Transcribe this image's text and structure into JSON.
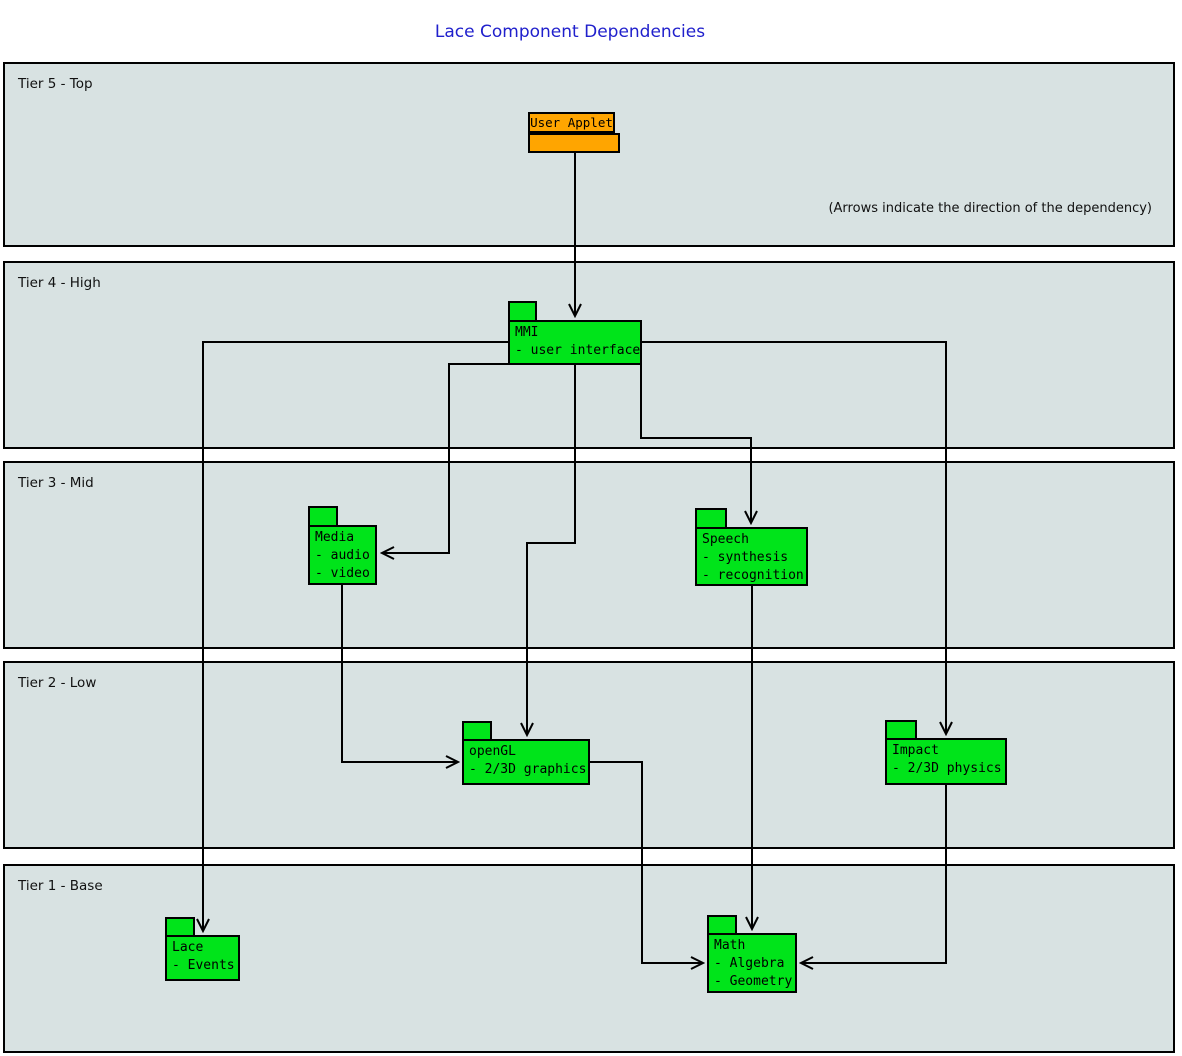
{
  "title": "Lace Component Dependencies",
  "annotation": "(Arrows indicate the direction of the dependency)",
  "tiers": [
    {
      "label": "Tier 5 - Top"
    },
    {
      "label": "Tier 4 - High"
    },
    {
      "label": "Tier 3 - Mid"
    },
    {
      "label": "Tier 2 - Low"
    },
    {
      "label": "Tier 1 - Base"
    }
  ],
  "nodes": {
    "user_applet": {
      "title": "User Applet",
      "lines": [],
      "tier": "Tier 5 - Top",
      "color": "#ffa500"
    },
    "mmi": {
      "title": "MMI",
      "lines": [
        "- user interface"
      ],
      "tier": "Tier 4 - High",
      "color": "#00e41a"
    },
    "media": {
      "title": "Media",
      "lines": [
        "- audio",
        "- video"
      ],
      "tier": "Tier 3 - Mid",
      "color": "#00e41a"
    },
    "speech": {
      "title": "Speech",
      "lines": [
        "- synthesis",
        "- recognition"
      ],
      "tier": "Tier 3 - Mid",
      "color": "#00e41a"
    },
    "opengl": {
      "title": "openGL",
      "lines": [
        "- 2/3D graphics"
      ],
      "tier": "Tier 2 - Low",
      "color": "#00e41a"
    },
    "impact": {
      "title": "Impact",
      "lines": [
        "- 2/3D physics"
      ],
      "tier": "Tier 2 - Low",
      "color": "#00e41a"
    },
    "lace": {
      "title": "Lace",
      "lines": [
        "- Events"
      ],
      "tier": "Tier 1 - Base",
      "color": "#00e41a"
    },
    "math": {
      "title": "Math",
      "lines": [
        "- Algebra",
        "- Geometry"
      ],
      "tier": "Tier 1 - Base",
      "color": "#00e41a"
    }
  },
  "edges": [
    {
      "from": "user_applet",
      "to": "mmi"
    },
    {
      "from": "mmi",
      "to": "lace"
    },
    {
      "from": "mmi",
      "to": "media"
    },
    {
      "from": "mmi",
      "to": "opengl"
    },
    {
      "from": "mmi",
      "to": "speech"
    },
    {
      "from": "mmi",
      "to": "impact"
    },
    {
      "from": "media",
      "to": "opengl"
    },
    {
      "from": "speech",
      "to": "math"
    },
    {
      "from": "opengl",
      "to": "math"
    },
    {
      "from": "impact",
      "to": "math"
    }
  ],
  "colors": {
    "title_blue": "#2020cc",
    "tier_fill": "#d8e2e2",
    "node_green": "#00e41a",
    "node_orange": "#ffa500",
    "line": "#000000"
  }
}
